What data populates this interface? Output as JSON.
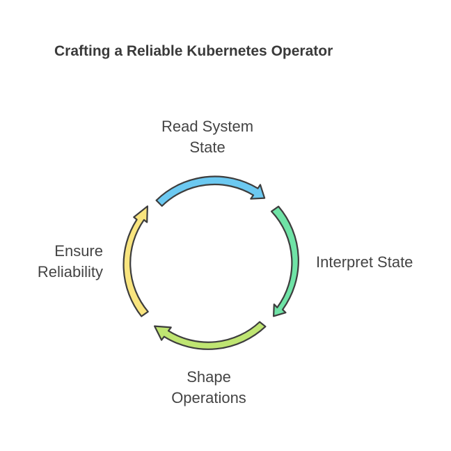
{
  "title": "Crafting a Reliable Kubernetes Operator",
  "steps": [
    {
      "lines": [
        "Read System",
        "State"
      ],
      "color": "#6cc9f1"
    },
    {
      "lines": [
        "Interpret State"
      ],
      "color": "#6fe3a6"
    },
    {
      "lines": [
        "Shape",
        "Operations"
      ],
      "color": "#bfe572"
    },
    {
      "lines": [
        "Ensure",
        "Reliability"
      ],
      "color": "#f9e57f"
    }
  ],
  "stroke_color": "#3d3d3d"
}
